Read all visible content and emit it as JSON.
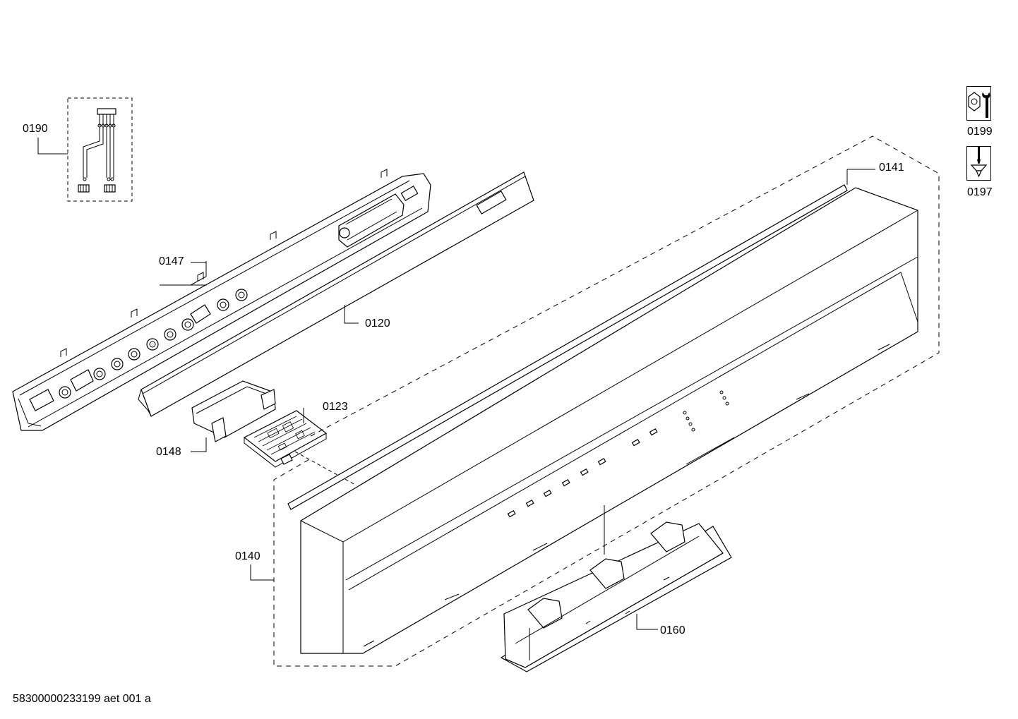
{
  "labels": {
    "p0190": "0190",
    "p0147": "0147",
    "p0120": "0120",
    "p0123": "0123",
    "p0148": "0148",
    "p0141": "0141",
    "p0140": "0140",
    "p0160": "0160",
    "p0199": "0199",
    "p0197": "0197"
  },
  "footer": "58300000233199 aet 001 a",
  "icons": {
    "p0199": "wrench-nut-icon",
    "p0197": "screwdriver-screw-icon"
  }
}
